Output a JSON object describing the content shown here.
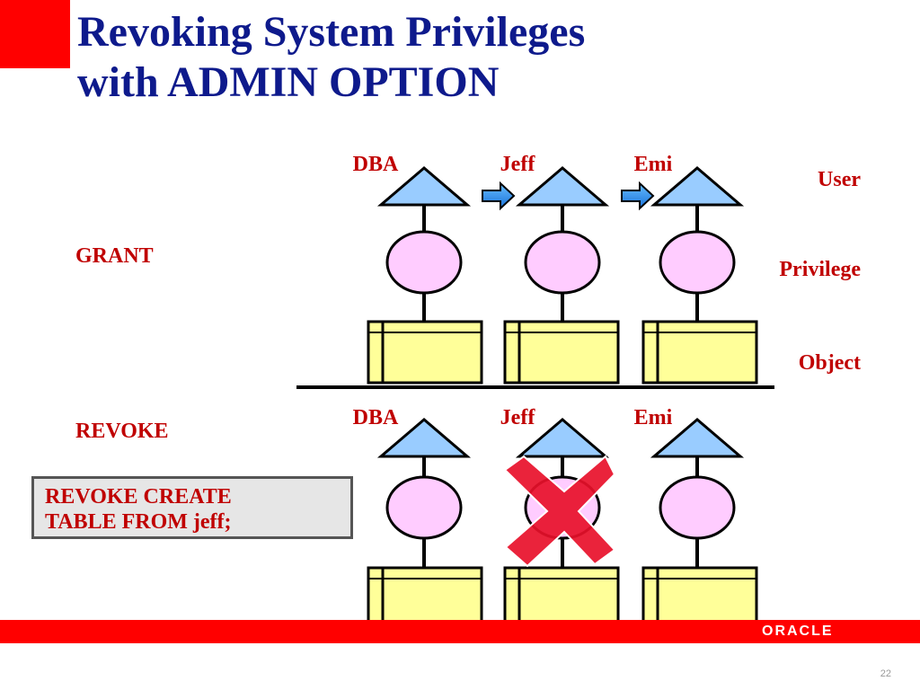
{
  "slide": {
    "title_line1": "Revoking System Privileges",
    "title_line2": "with ADMIN OPTION",
    "page_number": "22"
  },
  "grant": {
    "label": "GRANT",
    "users": [
      "DBA",
      "Jeff",
      "Emi"
    ]
  },
  "revoke": {
    "label": "REVOKE",
    "users": [
      "DBA",
      "Jeff",
      "Emi"
    ],
    "command_line1": "REVOKE CREATE",
    "command_line2": "TABLE FROM jeff;"
  },
  "legend": {
    "user": "User",
    "privilege": "Privilege",
    "object": "Object"
  },
  "footer": {
    "logo_text": "ORACLE"
  },
  "colors": {
    "title": "#0e1a8c",
    "label_red": "#c00000",
    "user_triangle": "#99ccff",
    "privilege_circle": "#ffccff",
    "object_box": "#ffff99",
    "cross": "#e8102a",
    "arrow": "#3399ff",
    "bar": "#ff0000"
  }
}
